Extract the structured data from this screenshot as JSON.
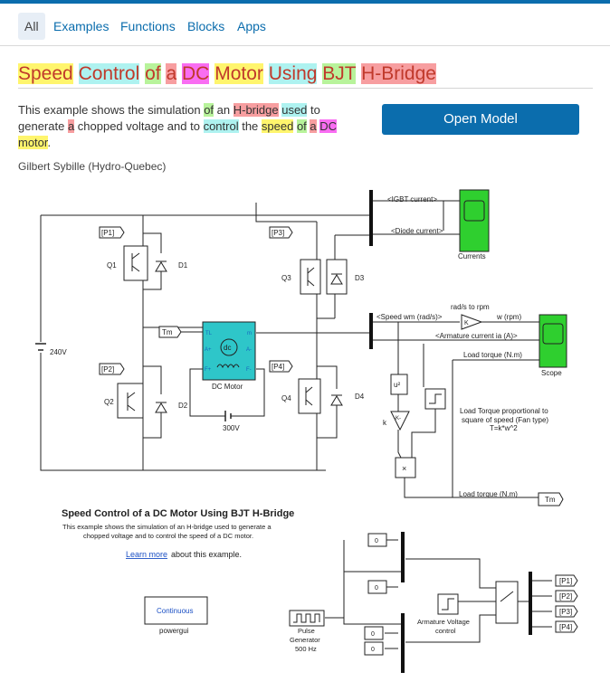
{
  "tabs": [
    "All",
    "Examples",
    "Functions",
    "Blocks",
    "Apps"
  ],
  "title": [
    "Speed",
    "Control",
    "of",
    "a",
    "DC",
    "Motor",
    "Using",
    "BJT",
    "H-Bridge"
  ],
  "description": {
    "segments": [
      "This example shows the simulation ",
      "of",
      " an ",
      "H-bridge",
      " ",
      "used",
      " to generate ",
      "a",
      " chopped voltage and to ",
      "control",
      " the ",
      "speed",
      " ",
      "of",
      " ",
      "a",
      " ",
      "DC",
      " ",
      "motor",
      "."
    ]
  },
  "open_model_label": "Open Model",
  "author": "Gilbert Sybille (Hydro-Quebec)",
  "diagram": {
    "tags": [
      "[P1]",
      "[P2]",
      "[P3]",
      "[P4]"
    ],
    "switch_labels": [
      "Q1",
      "D1",
      "Q2",
      "D2",
      "Q3",
      "D3",
      "Q4",
      "D4"
    ],
    "source_voltage": "240V",
    "field_voltage": "300V",
    "motor_label": "DC Motor",
    "motor_center": "dc",
    "motor_ports": [
      "TL",
      "m",
      "A+",
      "A-",
      "F+",
      "F-"
    ],
    "tm_label": "Tm",
    "signal_igbt": "<IGBT current>",
    "signal_diode": "<Diode current>",
    "scope_currents": "Currents",
    "signal_speed": "<Speed wm (rad/s)>",
    "rad_to_rpm": "rad/s to rpm",
    "gain": "K",
    "gain_k": "-K-",
    "gain_k_label": "k",
    "w_rpm": "w (rpm)",
    "signal_armature": "<Armature current ia (A)>",
    "load_torque": "Load torque (N.m)",
    "scope_label": "Scope",
    "u_squared": "u²",
    "product": "×",
    "load_note": [
      "Load Torque proportional to",
      "square of speed (Fan type)",
      "T=k*w^2"
    ],
    "load_torque_out": "Load torque (N.m)",
    "tm_out": "Tm",
    "model_title": "Speed Control of a DC Motor Using BJT H-Bridge",
    "model_desc": [
      "This example shows the simulation of an H-bridge used to generate a",
      "chopped voltage and to control the speed of a DC motor."
    ],
    "learn_more": "Learn more",
    "learn_more_tail": " about this example.",
    "powergui_block": "Continuous",
    "powergui_label": "powergui",
    "constants": [
      "0",
      "0",
      "0",
      "0"
    ],
    "pulse_label": [
      "Pulse",
      "Generator",
      "500 Hz"
    ],
    "armature_control": [
      "Armature Voltage",
      "control"
    ],
    "goto_tags": [
      "[P1]",
      "[P2]",
      "[P3]",
      "[P4]"
    ]
  },
  "colors": {
    "accent": "#0b6dad",
    "scope_green": "#2fcf2f",
    "motor_cyan": "#2ec6c9",
    "hl_yellow": "#fff56d",
    "hl_cyan": "#aef2f0",
    "hl_green": "#b8f39b",
    "hl_pink": "#f79ea0",
    "hl_magenta": "#f96df2"
  }
}
